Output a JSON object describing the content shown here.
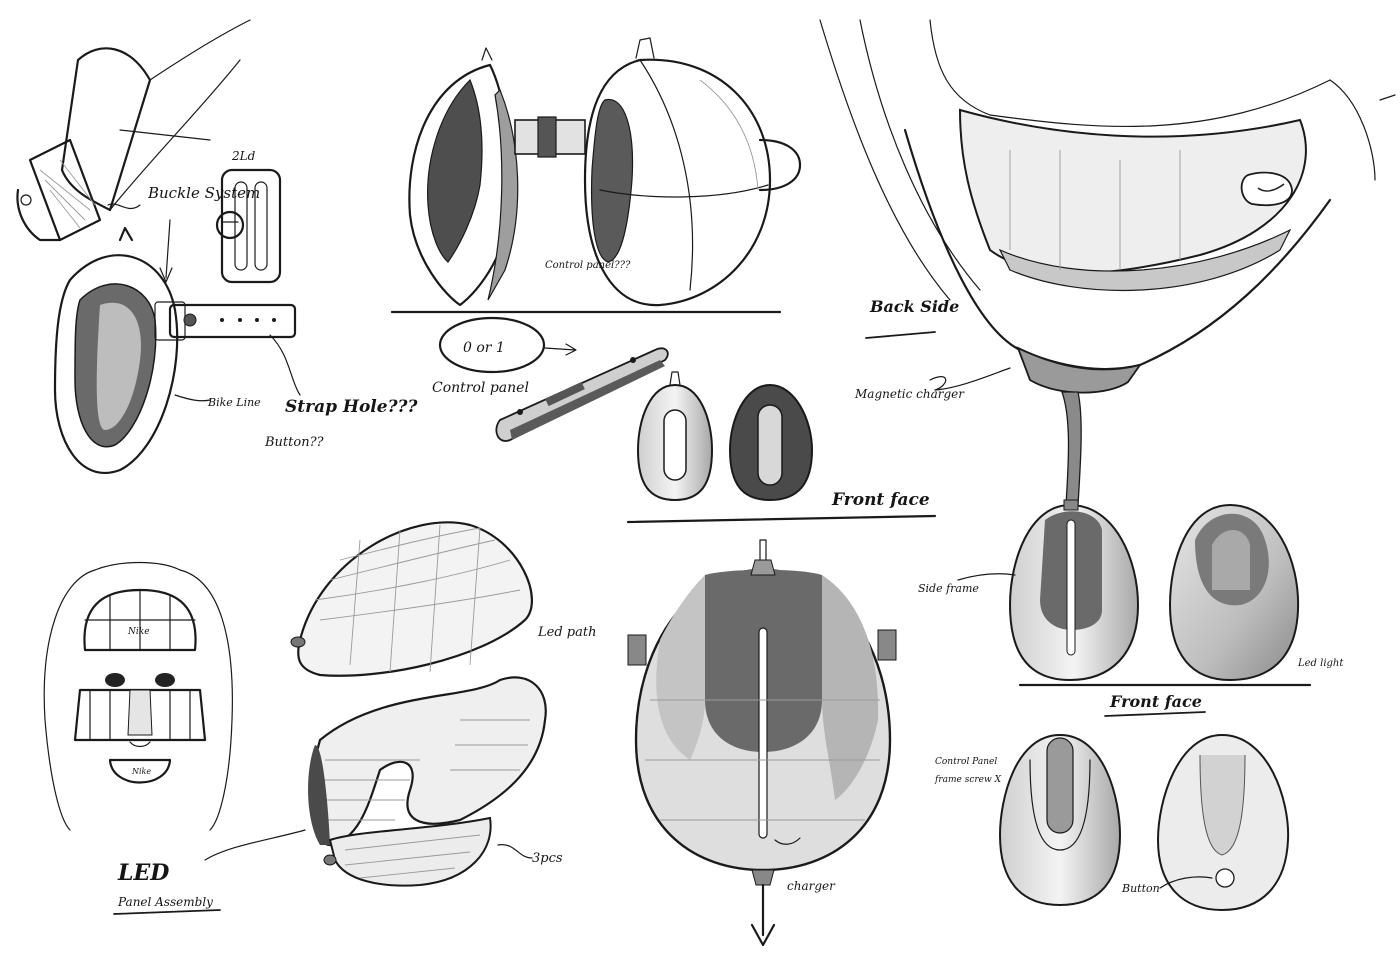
{
  "annotations": {
    "buckle_system": "Buckle System",
    "buckle_label_top": "2Ld",
    "bike_line": "Bike Line",
    "strap_hole": "Strap Hole???",
    "button_q": "Button??",
    "control_panel_q": "Control panel???",
    "or_note": "0 or 1",
    "control_panel": "Control panel",
    "back_side": "Back Side",
    "magnetic_charger": "Magnetic charger",
    "front_face_1": "Front face",
    "side_frame": "Side frame",
    "led_light": "Led light",
    "front_face_2": "Front face",
    "control_panel_2": "Control Panel",
    "frame_screw": "frame screw X",
    "button": "Button",
    "led_path": "Led path",
    "led_title": "LED",
    "panel_assembly": "Panel Assembly",
    "three_pcs": "3pcs",
    "charger": "charger",
    "cap_brand": "Nike",
    "mask_brand": "Nike"
  },
  "colors": {
    "ink": "#1a1a1a",
    "shade_dark": "#5c5c5c",
    "shade_mid": "#9c9c9c",
    "shade_light": "#d6d6d6"
  }
}
